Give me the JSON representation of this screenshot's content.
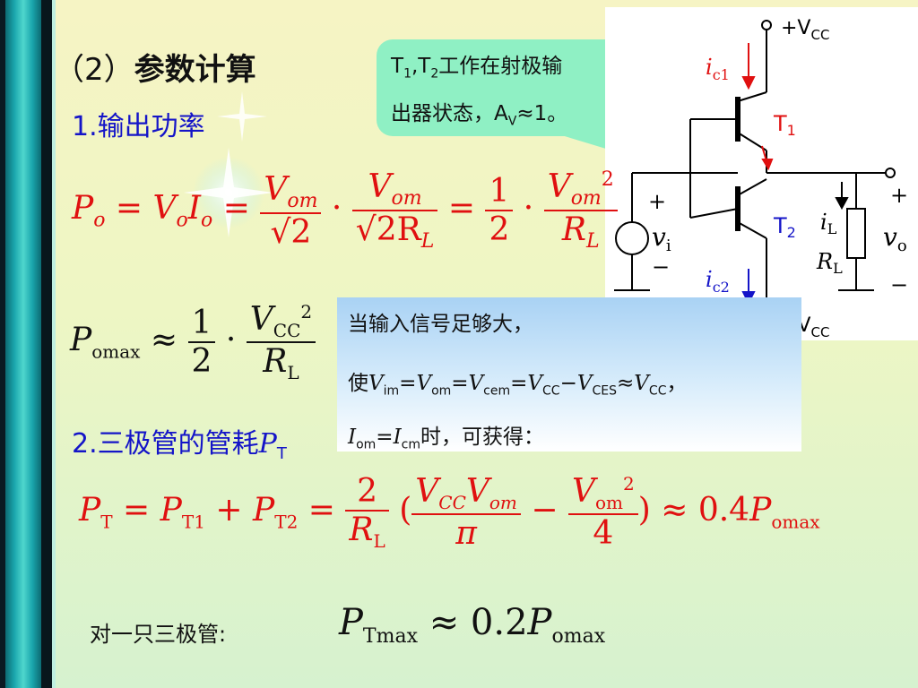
{
  "heading": {
    "number": "（2）",
    "title": "参数计算"
  },
  "section1": {
    "label": "1.输出功率"
  },
  "section2": {
    "label": "2.三极管的管耗"
  },
  "callout": {
    "line1_a": "T",
    "line1_s1": "1",
    "line1_b": ",T",
    "line1_s2": "2",
    "line1_c": "工作在射极输",
    "line2_a": "出器状态，A",
    "line2_s": "V",
    "line2_b": "≈1。"
  },
  "note": {
    "line1": "当输入信号足够大，",
    "line2_prefix": "使",
    "line3_tail": "时，可获得："
  },
  "equation_po": {
    "lhs": "P",
    "lhs_sub": "o",
    "v": "V",
    "v_sub": "o",
    "i": "I",
    "i_sub": "o",
    "frac1_num": "V",
    "frac1_num_sub": "om",
    "frac1_den": "2",
    "frac2_num": "V",
    "frac2_num_sub": "om",
    "frac2_den": "2R",
    "frac2_den_sub": "L",
    "frac3_num": "1",
    "frac3_den": "2",
    "frac4_num": "V",
    "frac4_num_sub": "om",
    "frac4_num_sup": "2",
    "frac4_den": "R",
    "frac4_den_sub": "L"
  },
  "equation_pomax": {
    "lhs": "P",
    "lhs_sub": "omax",
    "half_num": "1",
    "half_den": "2",
    "num": "V",
    "num_sub": "CC",
    "num_sup": "2",
    "den": "R",
    "den_sub": "L"
  },
  "equation_pt": {
    "lhs": "P",
    "lhs_sub": "T",
    "p1": "P",
    "p1_sub": "T1",
    "p2": "P",
    "p2_sub": "T2",
    "coef_num": "2",
    "coef_den": "R",
    "coef_den_sub": "L",
    "t1_num": "V",
    "t1_num_sub1": "CC",
    "t1_num2": "V",
    "t1_num_sub2": "om",
    "t1_den": "π",
    "t2_num": "V",
    "t2_num_sub": "om",
    "t2_num_sup": "2",
    "t2_den": "4",
    "approx": "≈ 0.4",
    "rhs": "P",
    "rhs_sub": "omax"
  },
  "per_transistor": {
    "label": "对一只三极管:",
    "lhs": "P",
    "lhs_sub": "Tmax",
    "approx": "≈ 0.2",
    "rhs": "P",
    "rhs_sub": "omax"
  },
  "circuit": {
    "vcc_pos": "+V",
    "vcc_pos_sub": "CC",
    "vcc_neg": "−V",
    "vcc_neg_sub": "CC",
    "ic1": "i",
    "ic1_sub": "c1",
    "ic2": "i",
    "ic2_sub": "c2",
    "t1": "T",
    "t1_sub": "1",
    "t2": "T",
    "t2_sub": "2",
    "il": "i",
    "il_sub": "L",
    "rl": "R",
    "rl_sub": "L",
    "vi": "v",
    "vi_sub": "i",
    "vo": "v",
    "vo_sub": "o",
    "plus": "+",
    "minus": "−"
  },
  "colors": {
    "accent_red": "#e01010",
    "accent_blue": "#1414c8",
    "callout": "#8ff0c4",
    "teal_bar": "#1aa6ad"
  }
}
